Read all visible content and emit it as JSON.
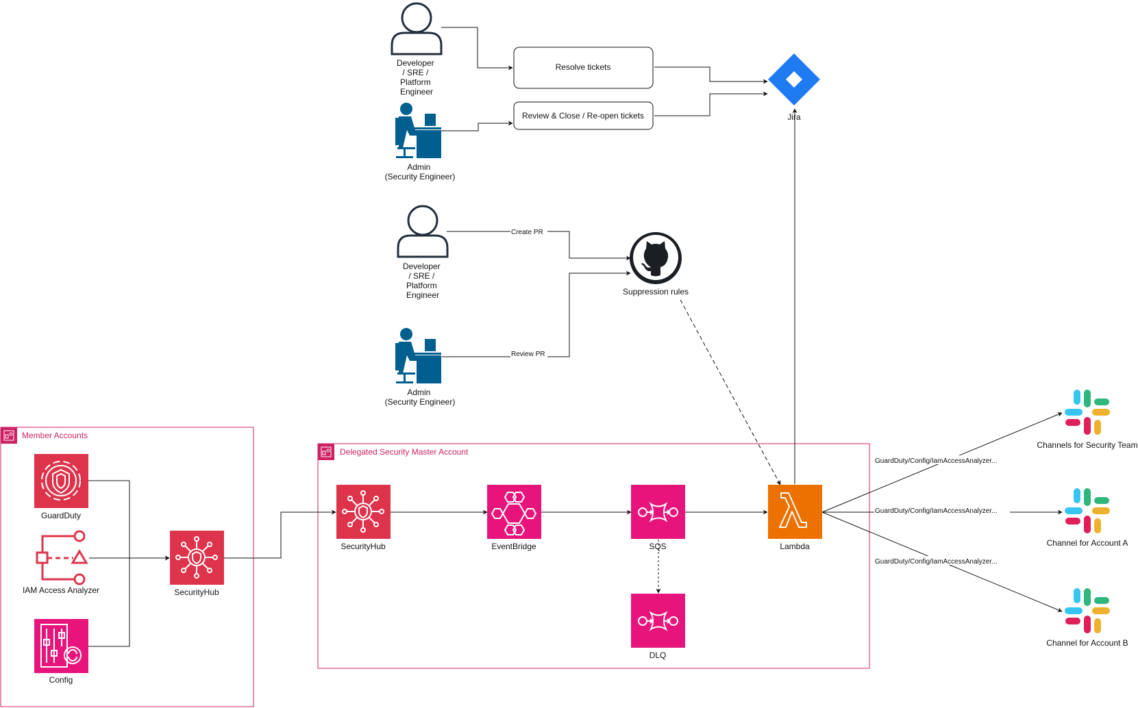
{
  "colors": {
    "security_pink": "#dd344c",
    "integration_pink": "#e7157b",
    "compute_orange": "#ed7100",
    "user_blue": "#005f8f",
    "jira_blue": "#1f7bf2",
    "group_border": "#cc2264",
    "edge": "#111111"
  },
  "groups": {
    "member": {
      "label": "Member Accounts"
    },
    "master": {
      "label": "Delegated Security Master Account"
    }
  },
  "nodes": {
    "dev1": {
      "label_lines": [
        "Developer",
        "/ SRE /",
        "Platform",
        "Engineer"
      ],
      "icon": "user-outline-icon"
    },
    "admin1": {
      "label_lines": [
        "Admin",
        "(Security Engineer)"
      ],
      "icon": "user-desk-icon"
    },
    "resolve": {
      "label": "Resolve tickets"
    },
    "review_close": {
      "label": "Review & Close / Re-open tickets"
    },
    "jira": {
      "label": "Jira",
      "icon": "jira-icon"
    },
    "dev2": {
      "label_lines": [
        "Developer",
        "/ SRE /",
        "Platform",
        "Engineer"
      ],
      "icon": "user-outline-icon"
    },
    "admin2": {
      "label_lines": [
        "Admin",
        "(Security Engineer)"
      ],
      "icon": "user-desk-icon"
    },
    "github": {
      "label": "Suppression rules",
      "icon": "github-icon"
    },
    "guardduty": {
      "label": "GuardDuty",
      "icon": "guardduty-icon"
    },
    "iam": {
      "label": "IAM Access Analyzer",
      "icon": "iam-access-analyzer-icon"
    },
    "config": {
      "label": "Config",
      "icon": "config-icon"
    },
    "sechub_member": {
      "label": "SecurityHub",
      "icon": "securityhub-icon"
    },
    "sechub_master": {
      "label": "SecurityHub",
      "icon": "securityhub-icon"
    },
    "eventbridge": {
      "label": "EventBridge",
      "icon": "eventbridge-icon"
    },
    "sqs": {
      "label": "SQS",
      "icon": "sqs-icon"
    },
    "dlq": {
      "label": "DLQ",
      "icon": "sqs-icon"
    },
    "lambda": {
      "label": "Lambda",
      "icon": "lambda-icon"
    },
    "slack_security": {
      "label": "Channels for Security Team",
      "icon": "slack-icon"
    },
    "slack_a": {
      "label": "Channel for Account A",
      "icon": "slack-icon"
    },
    "slack_b": {
      "label": "Channel for Account B",
      "icon": "slack-icon"
    }
  },
  "edges": {
    "create_pr": "Create PR",
    "review_pr": "Review PR",
    "to_security_team": "GuardDuty/Config/IamAccessAnalyzer...",
    "to_account_a": "GuardDuty/Config/IamAccessAnalyzer...",
    "to_account_b": "GuardDuty/Config/IamAccessAnalyzer..."
  }
}
